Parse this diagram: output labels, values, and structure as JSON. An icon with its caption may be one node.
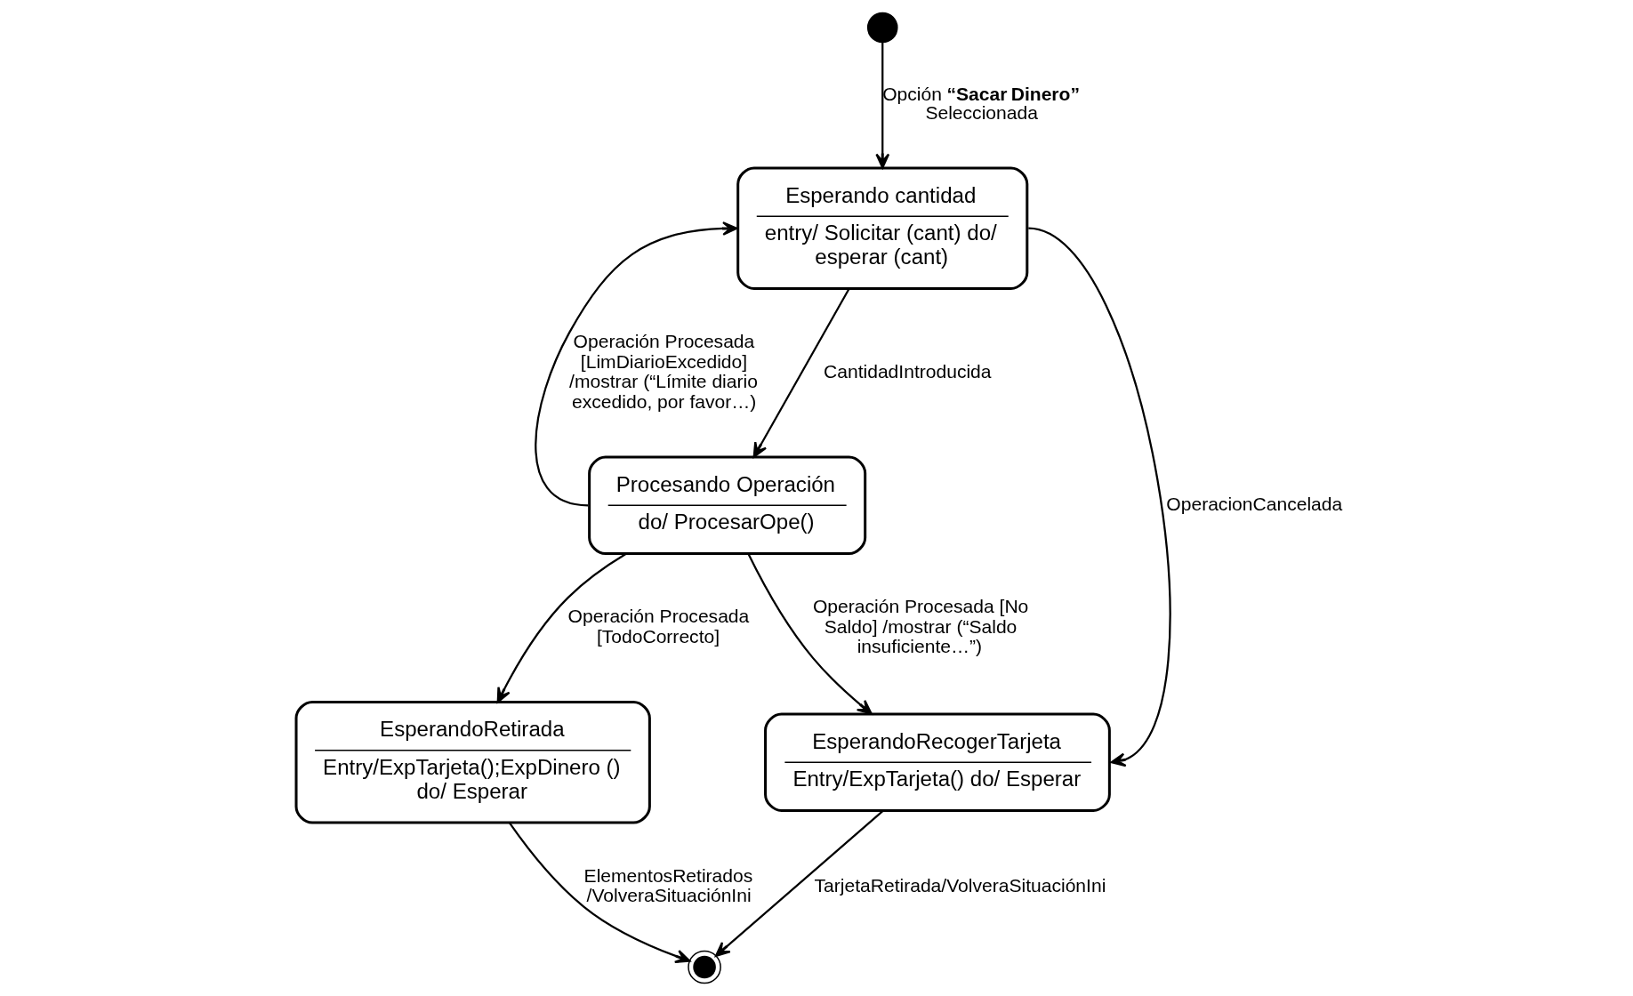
{
  "diagram": {
    "nodes": [
      {
        "text": [],
        "shape": "circle"
      },
      {
        "text": [
          "Esperando cantidad",
          "entry/ Solicitar (cant) do/ esperar (cant)"
        ]
      },
      {
        "text": [
          "Procesando Operación",
          "do/ ProcesarOpe()"
        ]
      },
      {
        "text": [
          "EsperandoRetirada",
          "Entry/ExpTarjeta();ExpDinero () do/ Esperar"
        ]
      },
      {
        "text": [
          "EsperandoRecogerTarjeta",
          "Entry/ExpTarjeta() do/ Esperar"
        ]
      },
      {
        "text": [],
        "shape": "bullseye"
      }
    ],
    "edges": [
      {
        "from": 0,
        "to": 1,
        "arrow": "to",
        "label": "Opción **“Sacar Dinero”** Seleccionada"
      },
      {
        "from": 1,
        "to": 2,
        "arrow": "to",
        "label": "CantidadIntroducida"
      },
      {
        "from": 2,
        "to": 1,
        "arrow": "to",
        "label": "Operación Procesada [LimDiarioExcedido] /mostrar (“Límite diario excedido, por favor…)"
      },
      {
        "from": 2,
        "to": 3,
        "arrow": "to",
        "label": "Operación Procesada [TodoCorrecto]"
      },
      {
        "from": 2,
        "to": 4,
        "arrow": "to",
        "label": "Operación Procesada [No Saldo] /mostrar (“Saldo insuficiente…”)"
      },
      {
        "from": 1,
        "to": 4,
        "arrow": "to",
        "label": "OperacionCancelada"
      },
      {
        "from": 3,
        "to": 5,
        "arrow": "to",
        "label": "ElementosRetirados /VolveraSituaciónIni"
      },
      {
        "from": 4,
        "to": 5,
        "arrow": "to",
        "label": "TarjetaRetirada/VolveraSituaciónIni"
      }
    ]
  }
}
